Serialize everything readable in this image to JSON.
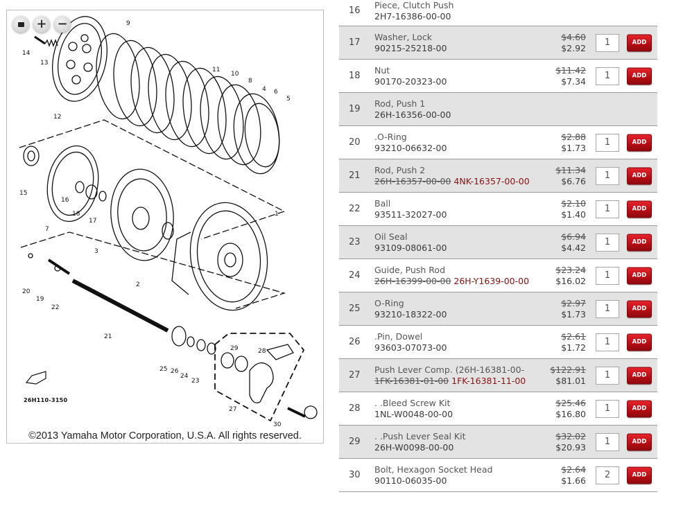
{
  "diagram": {
    "zoom_controls": [
      {
        "name": "reset",
        "label": ""
      },
      {
        "name": "zoom-in",
        "label": "+"
      },
      {
        "name": "zoom-out",
        "label": "−"
      }
    ],
    "drawing_code": "26H110-3150",
    "copyright": "©2013 Yamaha Motor Corporation, U.S.A. All rights reserved.",
    "callouts": [
      "1",
      "2",
      "3",
      "4",
      "5",
      "6",
      "7",
      "8",
      "9",
      "10",
      "11",
      "12",
      "13",
      "14",
      "15",
      "16",
      "17",
      "18",
      "19",
      "20",
      "21",
      "22",
      "23",
      "24",
      "25",
      "26",
      "27",
      "28",
      "29",
      "30"
    ]
  },
  "add_label": "ADD",
  "parts": [
    {
      "ref": "16",
      "name": "Piece, Clutch Push",
      "part_number": "2H7-16386-00-00",
      "old_part_number": "",
      "msrp": "",
      "price": "",
      "qty": "",
      "purchasable": false
    },
    {
      "ref": "17",
      "name": "Washer, Lock",
      "part_number": "90215-25218-00",
      "old_part_number": "",
      "msrp": "$4.60",
      "price": "$2.92",
      "qty": "1",
      "purchasable": true
    },
    {
      "ref": "18",
      "name": "Nut",
      "part_number": "90170-20323-00",
      "old_part_number": "",
      "msrp": "$11.42",
      "price": "$7.34",
      "qty": "1",
      "purchasable": true
    },
    {
      "ref": "19",
      "name": "Rod, Push 1",
      "part_number": "26H-16356-00-00",
      "old_part_number": "",
      "msrp": "",
      "price": "",
      "qty": "",
      "purchasable": false
    },
    {
      "ref": "20",
      "name": ".O-Ring",
      "part_number": "93210-06632-00",
      "old_part_number": "",
      "msrp": "$2.88",
      "price": "$1.73",
      "qty": "1",
      "purchasable": true
    },
    {
      "ref": "21",
      "name": "Rod, Push 2",
      "part_number": "4NK-16357-00-00",
      "old_part_number": "26H-16357-00-00",
      "msrp": "$11.34",
      "price": "$6.76",
      "qty": "1",
      "purchasable": true
    },
    {
      "ref": "22",
      "name": "Ball",
      "part_number": "93511-32027-00",
      "old_part_number": "",
      "msrp": "$2.10",
      "price": "$1.40",
      "qty": "1",
      "purchasable": true
    },
    {
      "ref": "23",
      "name": "Oil Seal",
      "part_number": "93109-08061-00",
      "old_part_number": "",
      "msrp": "$6.94",
      "price": "$4.42",
      "qty": "1",
      "purchasable": true
    },
    {
      "ref": "24",
      "name": "Guide, Push Rod",
      "part_number": "26H-Y1639-00-00",
      "old_part_number": "26H-16399-00-00",
      "msrp": "$23.24",
      "price": "$16.02",
      "qty": "1",
      "purchasable": true
    },
    {
      "ref": "25",
      "name": "O-Ring",
      "part_number": "93210-18322-00",
      "old_part_number": "",
      "msrp": "$2.97",
      "price": "$1.73",
      "qty": "1",
      "purchasable": true
    },
    {
      "ref": "26",
      "name": ".Pin, Dowel",
      "part_number": "93603-07073-00",
      "old_part_number": "",
      "msrp": "$2.61",
      "price": "$1.72",
      "qty": "1",
      "purchasable": true
    },
    {
      "ref": "27",
      "name": "Push Lever Comp. (26H-16381-00-",
      "part_number": "1FK-16381-11-00",
      "old_part_number": "1FK-16381-01-00",
      "msrp": "$122.91",
      "price": "$81.01",
      "qty": "1",
      "purchasable": true
    },
    {
      "ref": "28",
      "name": ". .Bleed Screw Kit",
      "part_number": "1NL-W0048-00-00",
      "old_part_number": "",
      "msrp": "$25.46",
      "price": "$16.80",
      "qty": "1",
      "purchasable": true
    },
    {
      "ref": "29",
      "name": ". .Push Lever Seal Kit",
      "part_number": "26H-W0098-00-00",
      "old_part_number": "",
      "msrp": "$32.02",
      "price": "$20.93",
      "qty": "1",
      "purchasable": true
    },
    {
      "ref": "30",
      "name": "Bolt, Hexagon Socket Head",
      "part_number": "90110-06035-00",
      "old_part_number": "",
      "msrp": "$2.64",
      "price": "$1.66",
      "qty": "2",
      "purchasable": true
    }
  ]
}
